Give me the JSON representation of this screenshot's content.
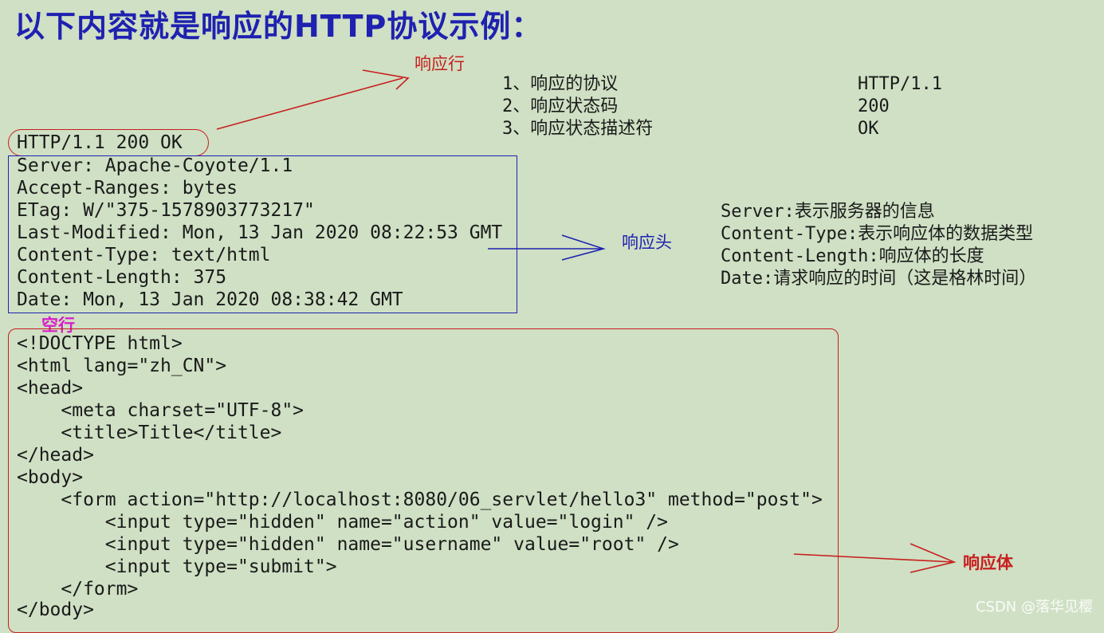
{
  "title": "以下内容就是响应的HTTP协议示例：",
  "labels": {
    "response_line": "响应行",
    "response_header": "响应头",
    "blank_line": "空行",
    "response_body": "响应体"
  },
  "status_notes": [
    {
      "item": "1、响应的协议",
      "value": "HTTP/1.1"
    },
    {
      "item": "2、响应状态码",
      "value": "200"
    },
    {
      "item": "3、响应状态描述符",
      "value": "OK"
    }
  ],
  "status_line": "HTTP/1.1 200 OK",
  "headers": [
    "Server: Apache-Coyote/1.1",
    "Accept-Ranges: bytes",
    "ETag: W/\"375-1578903773217\"",
    "Last-Modified: Mon, 13 Jan 2020 08:22:53 GMT",
    "Content-Type: text/html",
    "Content-Length: 375",
    "Date: Mon, 13 Jan 2020 08:38:42 GMT"
  ],
  "header_notes": [
    "Server:表示服务器的信息",
    "Content-Type:表示响应体的数据类型",
    "Content-Length:响应体的长度",
    "Date:请求响应的时间（这是格林时间）"
  ],
  "body_lines": [
    "<!DOCTYPE html>",
    "<html lang=\"zh_CN\">",
    "<head>",
    "    <meta charset=\"UTF-8\">",
    "    <title>Title</title>",
    "</head>",
    "<body>",
    "    <form action=\"http://localhost:8080/06_servlet/hello3\" method=\"post\">",
    "        <input type=\"hidden\" name=\"action\" value=\"login\" />",
    "        <input type=\"hidden\" name=\"username\" value=\"root\" />",
    "        <input type=\"submit\">",
    "    </form>",
    "</body>"
  ],
  "watermark": "CSDN @落华见樱",
  "colors": {
    "background": "#cfe0c4",
    "title": "#1f21b0",
    "red": "#c81e1e",
    "blue": "#1f21b0",
    "magenta": "#d81ec8"
  }
}
